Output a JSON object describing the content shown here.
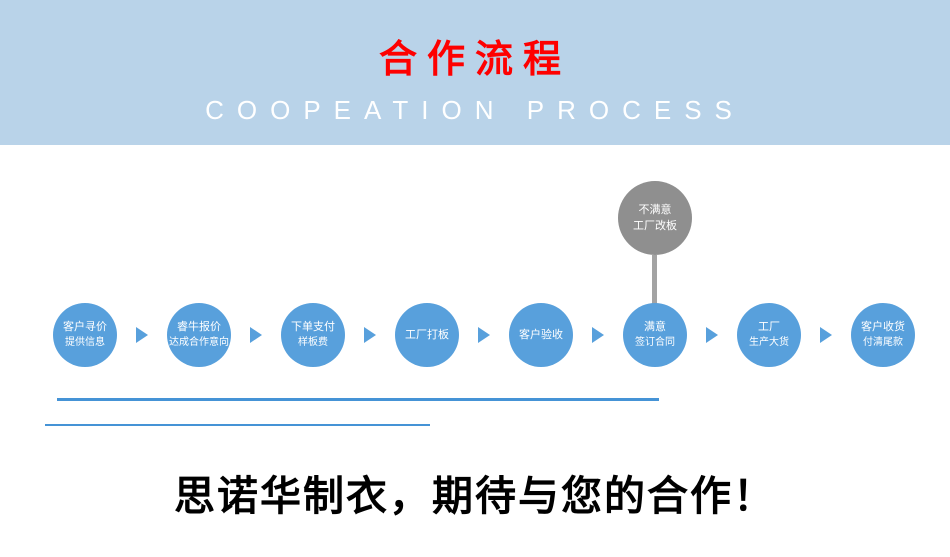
{
  "banner": {
    "title": "合作流程",
    "subtitle": "COOPEATION  PROCESS",
    "bg_color": "#b9d3e9",
    "title_color": "#fe0000",
    "subtitle_color": "#ffffff"
  },
  "flow": {
    "circle_color": "#58a0dc",
    "branch_color": "#8f8f8f",
    "steps": [
      {
        "line1": "客户寻价",
        "line2": "提供信息"
      },
      {
        "line1": "睿牛报价",
        "line2": "达成合作意向"
      },
      {
        "line1": "下单支付",
        "line2": "样板费"
      },
      {
        "line1": "工厂打板"
      },
      {
        "line1": "客户验收"
      },
      {
        "line1": "满意",
        "line2": "签订合同"
      },
      {
        "line1": "工厂",
        "line2": "生产大货"
      },
      {
        "line1": "客户收货",
        "line2": "付清尾款"
      }
    ],
    "branch": {
      "line1": "不满意",
      "line2": "工厂改板",
      "attached_step": 6
    }
  },
  "footer": {
    "slogan": "思诺华制衣，期待与您的合作！"
  }
}
